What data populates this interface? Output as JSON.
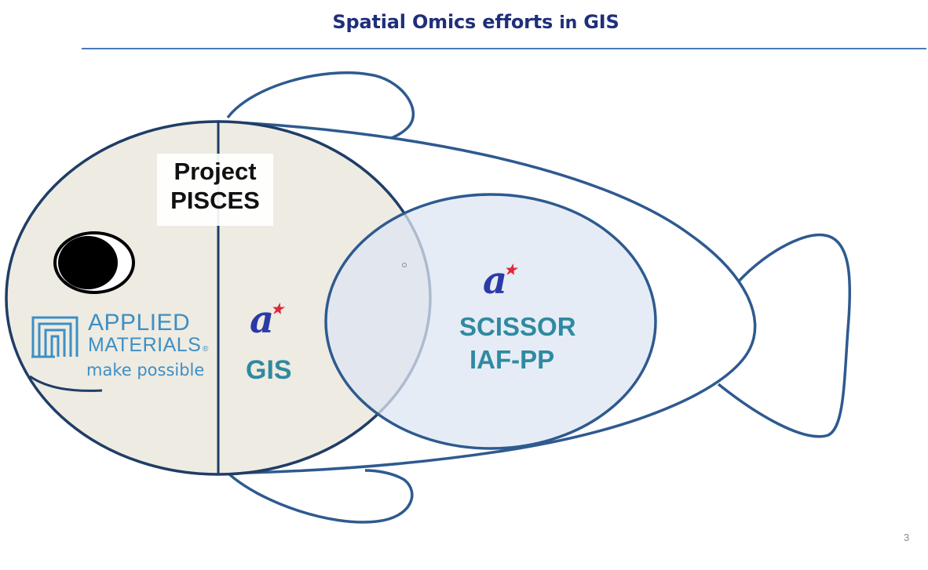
{
  "title": {
    "main": "Spatial Omics efforts ",
    "in": "in",
    "rest": " GIS"
  },
  "project": {
    "line1": "Project",
    "line2": "PISCES"
  },
  "applied_materials": {
    "line1": "APPLIED",
    "line2": "MATERIALS",
    "registered": "®",
    "tagline": "make possible"
  },
  "astar_logo": {
    "letter": "a",
    "star": "★"
  },
  "gis_label": "GIS",
  "scissor": {
    "line1": "SCISSOR",
    "line2": "IAF-PP"
  },
  "page_number": "3",
  "colors": {
    "title": "#1f2f7a",
    "outline": "#2e5a8f",
    "head_fill": "#eeebe2",
    "body_ellipse_fill": "#e3eaf5",
    "teal_text": "#2f8aa0",
    "applied_blue": "#3d8fc4",
    "astar_blue": "#2b3aa6",
    "astar_red": "#e0263a"
  }
}
